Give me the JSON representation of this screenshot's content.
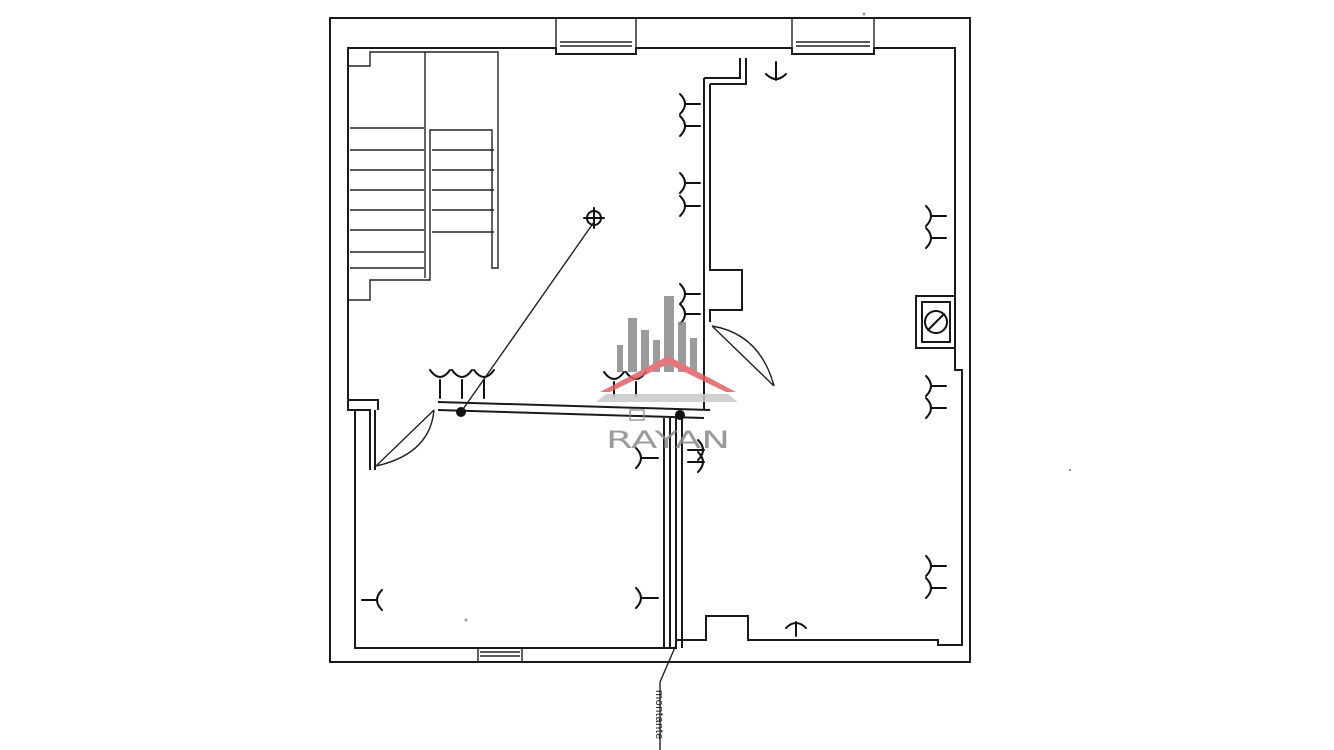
{
  "riser_label": "montante",
  "watermark": {
    "text": "RAYAN",
    "colors": {
      "towers": "#8a8a8a",
      "roof": "#e06066",
      "text": "#8a8a8a"
    }
  },
  "colors": {
    "line": "#1a1a1a",
    "background": "#ffffff"
  },
  "symbols": {
    "ceiling_light": "ceiling-light-point",
    "socket": "power-socket",
    "boiler_flue": "flue-circle"
  }
}
